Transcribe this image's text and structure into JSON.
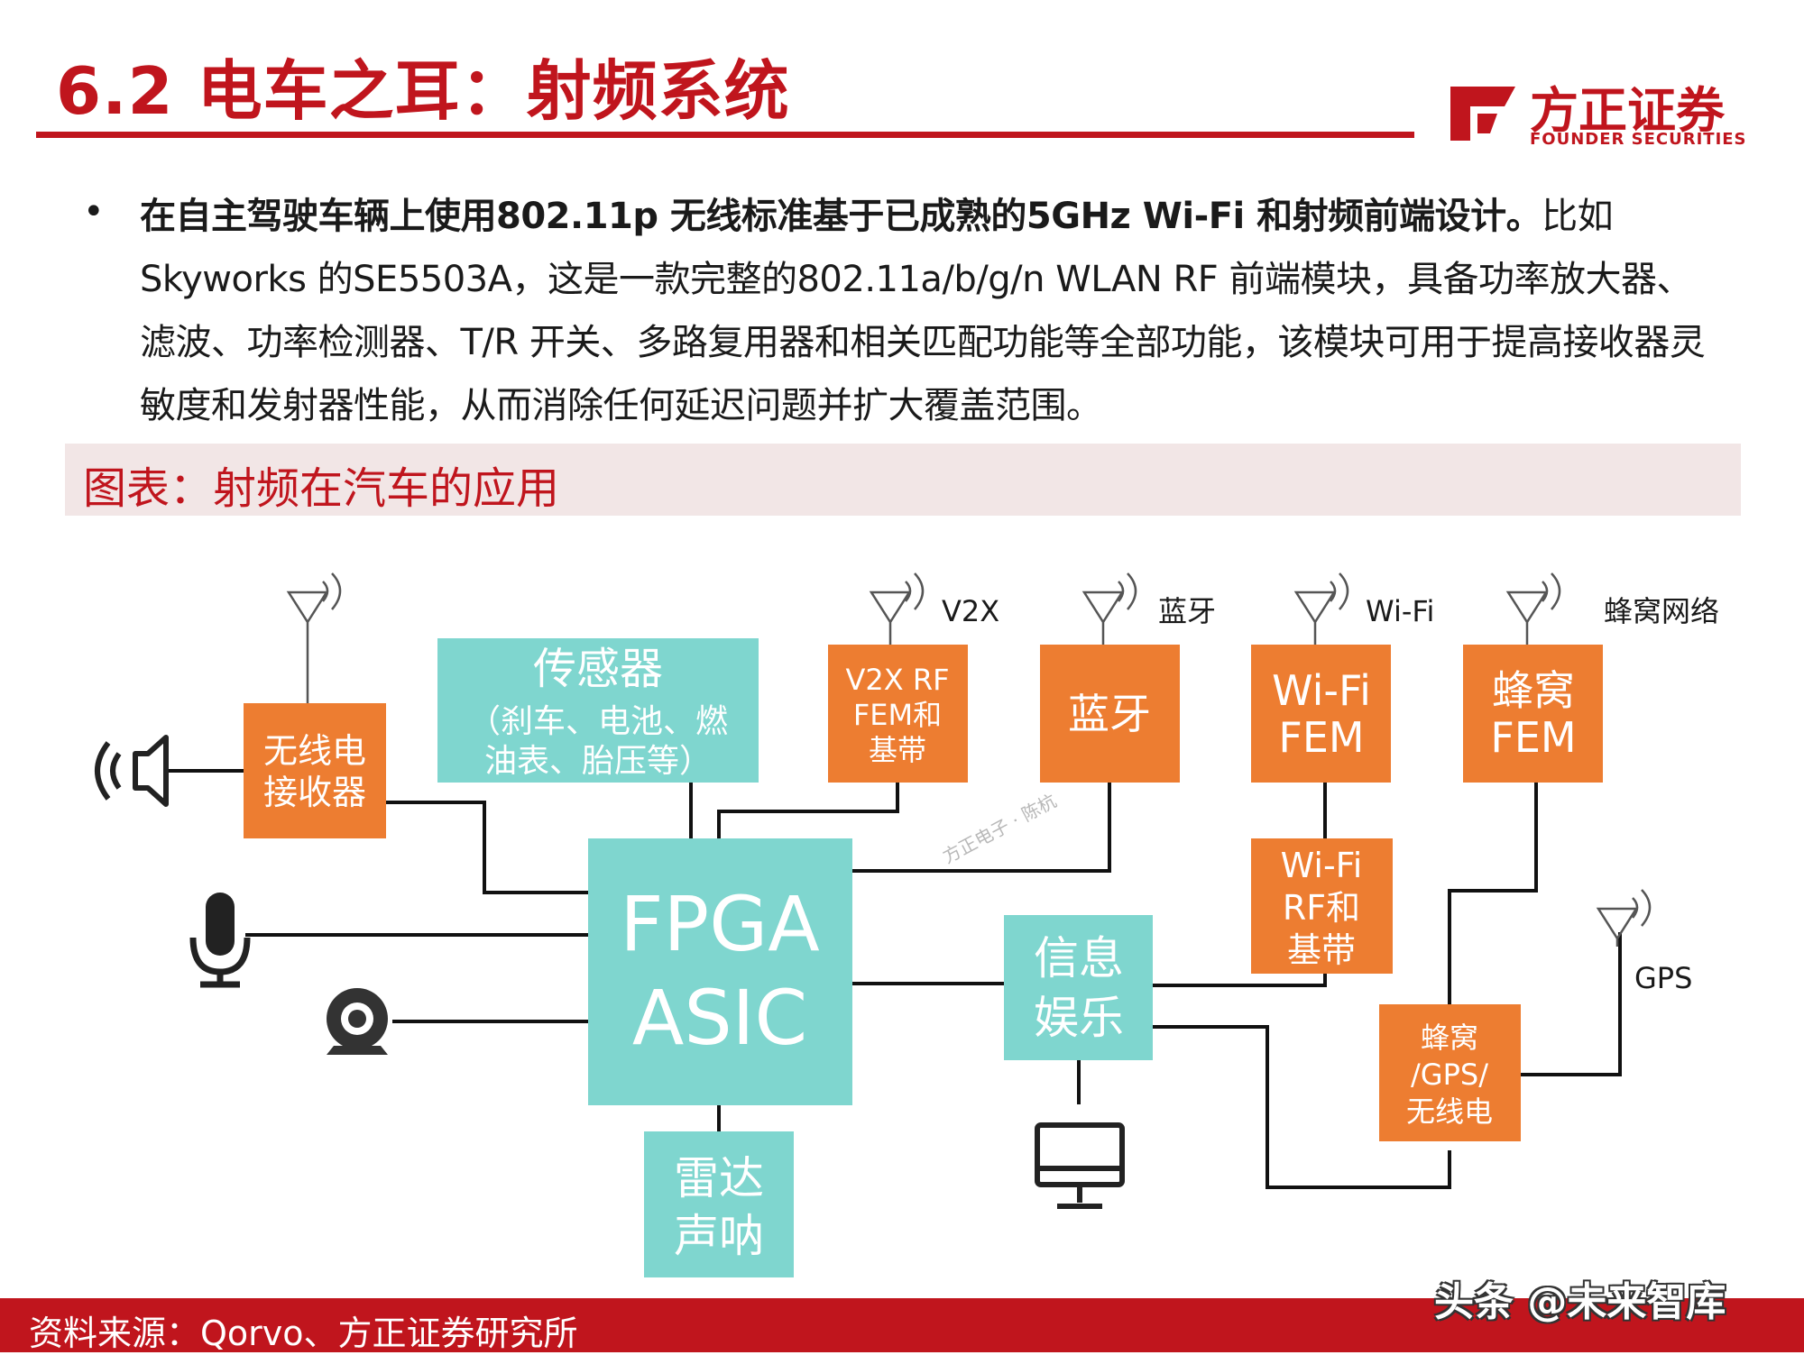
{
  "header": {
    "title": "6.2 电车之耳：射频系统",
    "logo_cn": "方正证券",
    "logo_en": "FOUNDER SECURITIES"
  },
  "bullet": {
    "bold": "在自主驾驶车辆上使用802.11p 无线标准基于已成熟的5GHz Wi-Fi 和射频前端设计。",
    "text": "比如Skyworks 的SE5503A，这是一款完整的802.11a/b/g/n WLAN RF 前端模块，具备功率放大器、滤波、功率检测器、T/R 开关、多路复用器和相关匹配功能等全部功能，该模块可用于提高接收器灵敏度和发射器性能，从而消除任何延迟问题并扩大覆盖范围。"
  },
  "figure": {
    "title": "图表：射频在汽车的应用"
  },
  "diagram": {
    "radio_receiver": [
      "无线电",
      "接收器"
    ],
    "sensors_title": "传感器",
    "sensors_detail": [
      "（刹车、电池、燃",
      "油表、胎压等）"
    ],
    "v2x_box": [
      "V2X RF",
      "FEM和",
      "基带"
    ],
    "bt_box": "蓝牙",
    "wifi_fem": [
      "Wi-Fi",
      "FEM"
    ],
    "cell_fem": [
      "蜂窝",
      "FEM"
    ],
    "core": [
      "FPGA",
      "ASIC"
    ],
    "radar": [
      "雷达",
      "声呐"
    ],
    "infotainment": [
      "信息",
      "娱乐"
    ],
    "wifi_rf": [
      "Wi-Fi",
      "RF和",
      "基带"
    ],
    "cell_gps": [
      "蜂窝",
      "/GPS/",
      "无线电"
    ],
    "label_v2x": "V2X",
    "label_bt": "蓝牙",
    "label_wifi": "Wi-Fi",
    "label_cell": "蜂窝网络",
    "label_gps": "GPS",
    "watermark": "方正电子 · 陈杭"
  },
  "footer": {
    "source": "资料来源：Qorvo、方正证券研究所",
    "tag": "头条 @未来智库"
  },
  "colors": {
    "brand_red": "#c0151d",
    "orange": "#ed7d31",
    "teal": "#7fd6cf"
  },
  "icons": [
    "speaker-icon",
    "microphone-icon",
    "webcam-icon",
    "monitor-icon",
    "antenna-icon",
    "founder-logo-icon"
  ]
}
